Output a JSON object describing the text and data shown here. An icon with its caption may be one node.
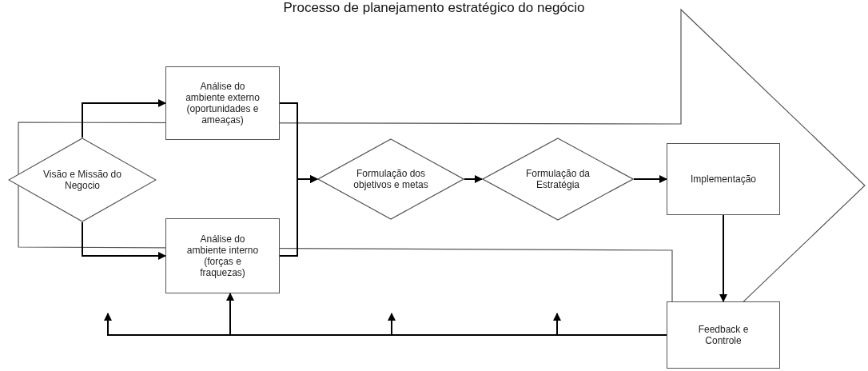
{
  "diagram": {
    "title": "Processo de planejamento estratégico do negócio",
    "nodes": [
      {
        "text": [
          "Visão e Missão do Negocio"
        ]
      },
      {
        "text": [
          "Análise do ambiente externo (oportunidades e ameaças)"
        ]
      },
      {
        "text": [
          "Análise do ambiente interno (forças e fraquezas)"
        ]
      },
      {
        "text": [
          "Formulação dos objetivos e metas"
        ]
      },
      {
        "text": [
          "Formulação da Estratégia"
        ]
      },
      {
        "text": [
          "Implementação"
        ]
      },
      {
        "text": [
          "Feedback e Controle"
        ]
      }
    ],
    "edges": [
      {
        "from": 0,
        "to": 1,
        "arrow": "to"
      },
      {
        "from": 0,
        "to": 2,
        "arrow": "to"
      },
      {
        "from": 1,
        "to": 3,
        "arrow": "to"
      },
      {
        "from": 2,
        "to": 3,
        "arrow": "to"
      },
      {
        "from": 3,
        "to": 4,
        "arrow": "to"
      },
      {
        "from": 4,
        "to": 5,
        "arrow": "to"
      },
      {
        "from": 5,
        "to": 6,
        "arrow": "to"
      },
      {
        "from": 6,
        "to": null,
        "arrow": "to"
      },
      {
        "from": 6,
        "to": 2,
        "arrow": "to"
      },
      {
        "from": 6,
        "to": null,
        "arrow": "to"
      },
      {
        "from": 6,
        "to": null,
        "arrow": "to"
      }
    ]
  }
}
